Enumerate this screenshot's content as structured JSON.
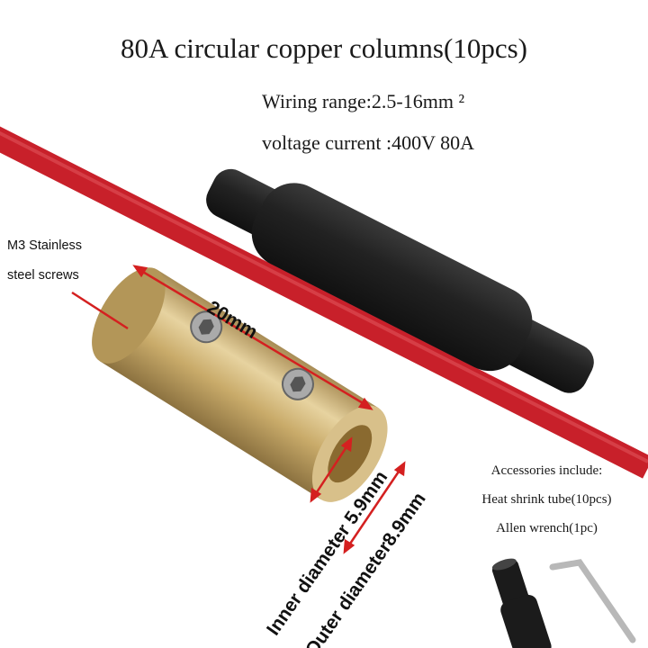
{
  "title": "80A circular copper columns(10pcs)",
  "specs": {
    "wiring_range": "Wiring range:2.5-16mm ²",
    "voltage_current": "voltage current :400V 80A"
  },
  "labels": {
    "screw_line1": "M3 Stainless",
    "screw_line2": "steel screws",
    "length": "20mm",
    "inner_diameter": "Inner diameter 5.9mm",
    "outer_diameter": "Outer diameter8.9mm"
  },
  "accessories": {
    "heading": "Accessories include:",
    "items": [
      "Heat shrink tube(10pcs)",
      "Allen wrench(1pc)"
    ]
  },
  "colors": {
    "wire": "#c8202a",
    "shrink_tube": "#1e1e1e",
    "brass": "#c9ab6a",
    "arrow": "#d42020"
  }
}
